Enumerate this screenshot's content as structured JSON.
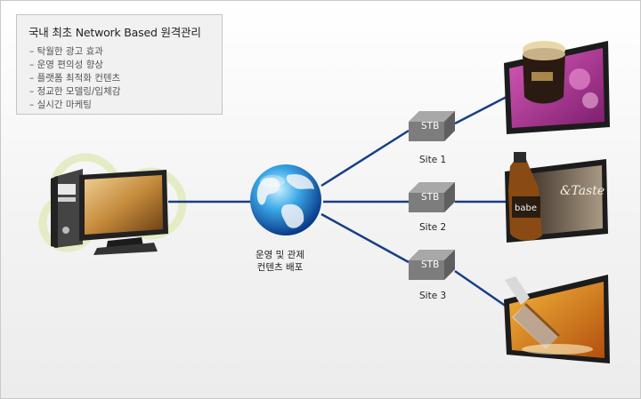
{
  "info_box": {
    "title": "국내 최초 Network Based 원격관리",
    "items": [
      "– 탁월한 광고 효과",
      "– 운영 편의성 향상",
      "– 플랫폼 최적화 컨텐츠",
      "– 정교한 모델링/입체감",
      "– 실시간 마케팅"
    ]
  },
  "globe_caption": [
    "운영 및 관제",
    "컨텐츠 배포"
  ],
  "sites": [
    {
      "stb_label": "STB",
      "site_label": "Site 1"
    },
    {
      "stb_label": "STB",
      "site_label": "Site 2"
    },
    {
      "stb_label": "STB",
      "site_label": "Site 3"
    }
  ],
  "colors": {
    "line": "#173f86",
    "stb": "#8f8f8f"
  }
}
